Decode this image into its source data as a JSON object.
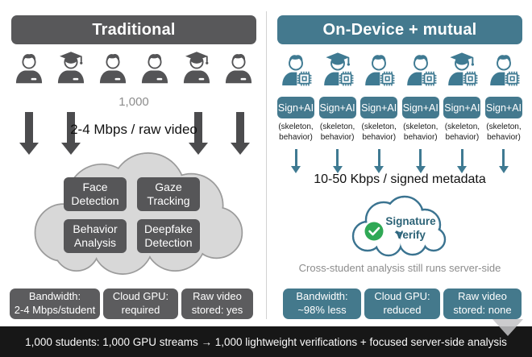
{
  "left": {
    "title": "Traditional",
    "students_count_label": "1,000",
    "stream_label": "2-4 Mbps / raw video",
    "cloud_boxes": [
      "Face Detection",
      "Gaze Tracking",
      "Behavior Analysis",
      "Deepfake Detection"
    ],
    "stats": [
      {
        "line1": "Bandwidth:",
        "line2": "2-4 Mbps/student"
      },
      {
        "line1": "Cloud GPU:",
        "line2": "required"
      },
      {
        "line1": "Raw video",
        "line2": "stored: yes"
      }
    ]
  },
  "right": {
    "title": "On-Device + mutual",
    "device_count": 6,
    "badge_label": "Sign+AI",
    "caption_line1": "(skeleton,",
    "caption_line2": "behavior)",
    "stream_label": "10-50 Kbps / signed metadata",
    "cloud_label_line1": "Signature",
    "cloud_label_line2": "Verify",
    "note": "Cross-student analysis still runs server-side",
    "stats": [
      {
        "line1": "Bandwidth:",
        "line2": "~98% less"
      },
      {
        "line1": "Cloud GPU:",
        "line2": "reduced"
      },
      {
        "line1": "Raw video",
        "line2": "stored: none"
      }
    ]
  },
  "students": {
    "types": [
      "plain",
      "graduate",
      "plain",
      "plain",
      "graduate",
      "plain"
    ]
  },
  "footer_text": "1,000 students: 1,000 GPU streams → 1,000 lightweight verifications + focused server-side analysis",
  "colors": {
    "dark_gray": "#545456",
    "teal": "#3f7a92",
    "green": "#2fa855",
    "cloud_fill": "#d8d8d8",
    "cloud_stroke": "#9b9b9b"
  }
}
